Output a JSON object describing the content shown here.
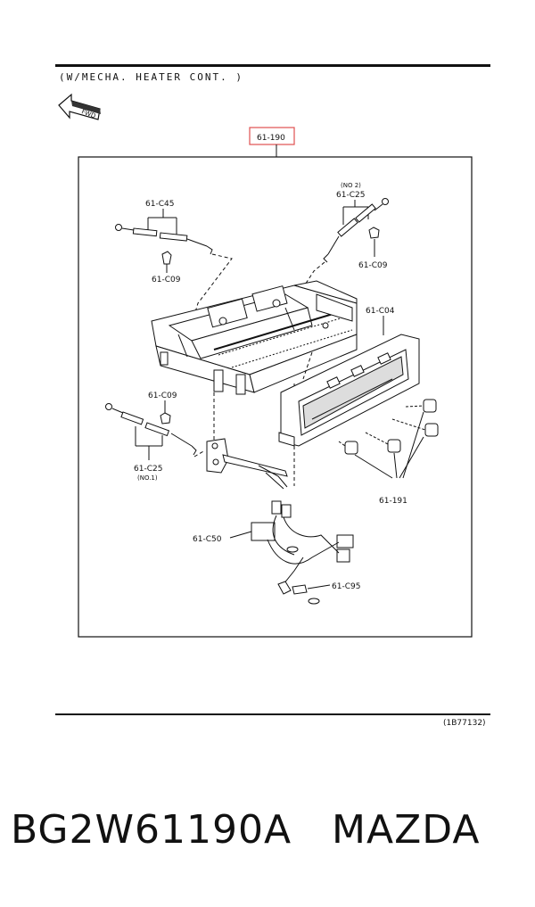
{
  "header": {
    "title": "(W/MECHA. HEATER CONT. )",
    "fwd_label": "FWD"
  },
  "diagram": {
    "main_part_label": "61-190",
    "highlight_color": "#e05050",
    "callouts": {
      "c45": "61-C45",
      "c09_top_left": "61-C09",
      "c25_no2_note": "(NO 2)",
      "c25_no2": "61-C25",
      "c09_top_right": "61-C09",
      "c04": "61-C04",
      "c09_mid_left": "61-C09",
      "c25_no1": "61-C25",
      "c25_no1_note": "(NO.1)",
      "knobs": "61-191",
      "c50": "61-C50",
      "c95": "61-C95"
    }
  },
  "footer": {
    "ref_code": "(1B77132)",
    "part_number": "BG2W61190A",
    "brand": "MAZDA"
  }
}
